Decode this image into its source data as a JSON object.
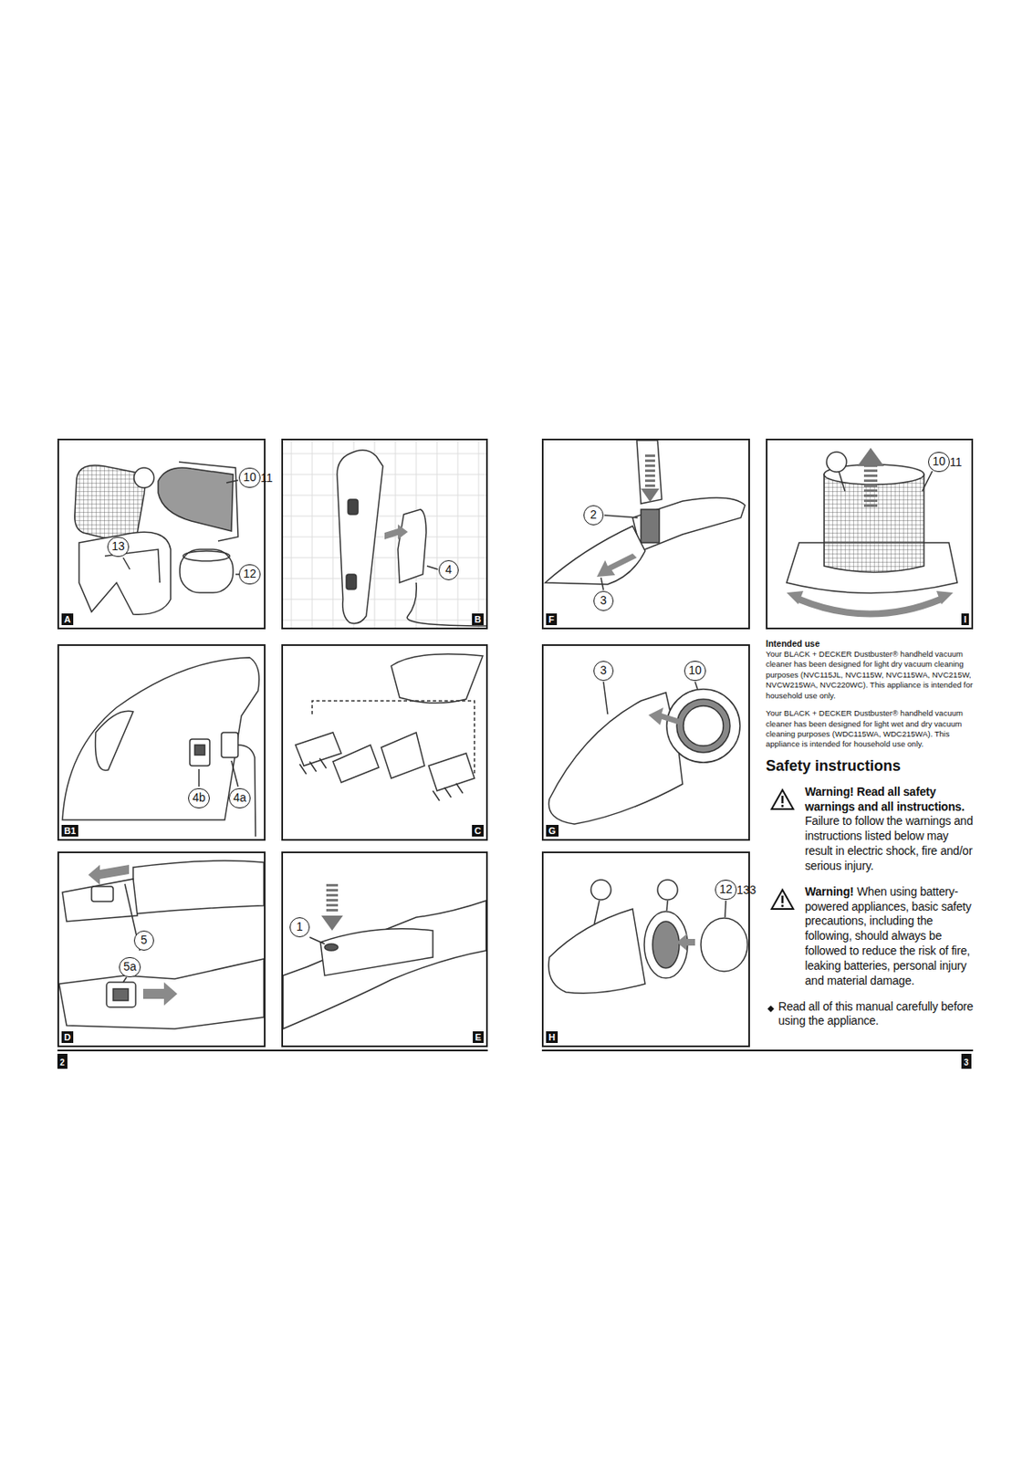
{
  "diagram": {
    "nodes": [
      {
        "text": [
          "A"
        ]
      },
      {
        "text": [
          "10"
        ],
        "in": 0
      },
      {
        "text": [
          "13"
        ],
        "in": 0
      },
      {
        "text": [
          "12"
        ],
        "in": 0
      },
      {
        "text": [
          "B"
        ]
      },
      {
        "text": [
          "4"
        ],
        "in": 4
      },
      {
        "text": [
          "B1"
        ]
      },
      {
        "text": [
          "4b"
        ],
        "in": 6
      },
      {
        "text": [
          "4a"
        ],
        "in": 6
      },
      {
        "text": [
          "C"
        ]
      },
      {
        "text": [
          "D"
        ]
      },
      {
        "text": [
          "5"
        ],
        "in": 10
      },
      {
        "text": [
          "5a"
        ],
        "in": 10
      },
      {
        "text": [
          "E"
        ]
      },
      {
        "text": [
          "1"
        ],
        "in": 13
      },
      {
        "text": [
          "2"
        ]
      },
      {
        "text": [
          "F"
        ]
      },
      {
        "text": [
          "2"
        ],
        "in": 16
      },
      {
        "text": [
          "3"
        ],
        "in": 16
      },
      {
        "text": [
          "I"
        ]
      },
      {
        "text": [
          "10"
        ],
        "in": 19
      },
      {
        "text": [
          "G"
        ]
      },
      {
        "text": [
          "3"
        ],
        "in": 21
      },
      {
        "text": [
          "10"
        ],
        "in": 21
      },
      {
        "text": [
          "H"
        ]
      },
      {
        "text": [
          "12"
        ],
        "in": 24
      },
      {
        "text": [
          "3"
        ]
      }
    ],
    "labels": [
      "11",
      "11",
      "133",
      "Intended use",
      "Your BLACK + DECKER Dustbuster® handheld vacuum cleaner has been designed for light dry vacuum cleaning purposes (NVC115JL, NVC115W, NVC115WA, NVC215W, NVCW215WA, NVC220WC). This appliance is intended for household use only.",
      "Your BLACK + DECKER Dustbuster® handheld vacuum cleaner has been designed for light wet and dry vacuum cleaning purposes (WDC115WA, WDC215WA). This appliance is intended for household use only.",
      "Safety instructions",
      "Warning! Read all safety warnings and all instructions.",
      "Failure to follow the warnings and instructions listed below may result in electric shock, fire and/or serious injury.",
      "Warning!",
      "When using battery-powered appliances, basic safety precautions, including the following, should always be followed to reduce the risk of fire, leaking batteries, personal injury and material damage.",
      "Read all of this manual carefully before using the appliance."
    ]
  }
}
